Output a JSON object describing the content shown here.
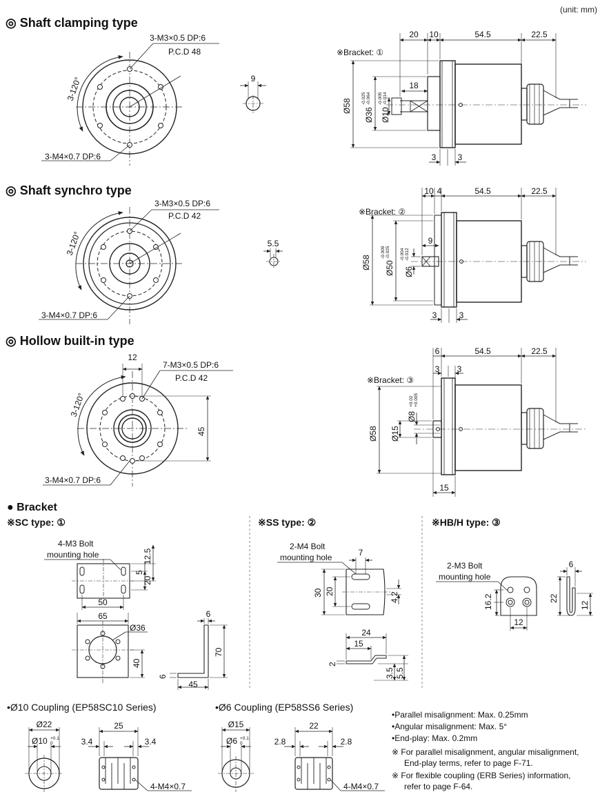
{
  "unit_note": "(unit: mm)",
  "sections": {
    "shaft_clamping": {
      "title": "◎ Shaft clamping type",
      "front_labels": {
        "top_line1": "3-M3×0.5 DP:6",
        "top_line2": "P.C.D 48",
        "angle": "3-120°",
        "bottom": "3-M4×0.7 DP:6"
      },
      "shaft_dim": "9",
      "side": {
        "bracket": "※Bracket: ①",
        "top_dims": [
          "20",
          "10",
          "54.5",
          "22.5"
        ],
        "shaft_len": "18",
        "dia_outer": "Ø58",
        "dia_pilot": "Ø36",
        "dia_pilot_tol": [
          "-0.025",
          "-0.064"
        ],
        "dia_shaft": "Ø10",
        "dia_shaft_tol": [
          "-0.005",
          "-0.014"
        ],
        "bottom_dims": [
          "3",
          "3"
        ]
      }
    },
    "shaft_synchro": {
      "title": "◎ Shaft synchro type",
      "front_labels": {
        "top_line1": "3-M3×0.5 DP:6",
        "top_line2": "P.C.D 42",
        "angle": "3-120°",
        "bottom": "3-M4×0.7 DP:6"
      },
      "shaft_dim": "5.5",
      "side": {
        "bracket": "※Bracket: ②",
        "top_dims": [
          "10",
          "4",
          "54.5",
          "22.5"
        ],
        "shaft_len": "9",
        "dia_outer": "Ø58",
        "dia_pilot": "Ø50",
        "dia_pilot_tol": [
          "-0.009",
          "-0.025"
        ],
        "dia_shaft": "Ø6",
        "dia_shaft_tol": [
          "-0.004",
          "-0.012"
        ],
        "bottom_dims": [
          "3",
          "3"
        ]
      }
    },
    "hollow": {
      "title": "◎ Hollow built-in type",
      "front_labels": {
        "top_line1": "7-M3×0.5 DP:6",
        "top_line2": "P.C.D 42",
        "angle": "3-120°",
        "bottom": "3-M4×0.7 DP:6",
        "width": "12",
        "height": "45"
      },
      "side": {
        "bracket": "※Bracket: ③",
        "top_dims": [
          "6",
          "54.5",
          "22.5"
        ],
        "sub_dims": [
          "3",
          "3"
        ],
        "dia_outer": "Ø58",
        "dia_bore": "Ø8",
        "dia_bore_tol": [
          "+0.02",
          "+0.005"
        ],
        "dia_boss": "Ø15",
        "bottom_dim": "15"
      }
    }
  },
  "bracket": {
    "heading": "● Bracket",
    "sc": {
      "title": "※SC type: ①",
      "bolt_line1": "4-M3 Bolt",
      "bolt_line2": "mounting hole",
      "dims": {
        "h1": "12.5",
        "h2": "5",
        "h3": "20",
        "w1": "50",
        "w2": "65",
        "dia": "Ø36",
        "h4": "40",
        "t": "6",
        "h5": "70",
        "w3": "45",
        "t2": "6"
      }
    },
    "ss": {
      "title": "※SS type: ②",
      "bolt_line1": "2-M4 Bolt",
      "bolt_line2": "mounting hole",
      "dims": {
        "w1": "7",
        "h1": "30",
        "h2": "20",
        "h3": "4.2",
        "w2": "24",
        "w3": "15",
        "t": "2",
        "h4": "3.5",
        "h5": "5.5"
      }
    },
    "hb": {
      "title": "※HB/H type: ③",
      "bolt_line1": "2-M3 Bolt",
      "bolt_line2": "mounting hole",
      "dims": {
        "h1": "16.2",
        "w1": "12",
        "w2": "6",
        "h2": "22",
        "h3": "12"
      }
    }
  },
  "couplings": {
    "c10": {
      "title": "•Ø10 Coupling (EP58SC10 Series)",
      "dia_outer": "Ø22",
      "dia_bore": "Ø10",
      "bore_tol": [
        "+0.1",
        "0"
      ],
      "length": "25",
      "end_left": "3.4",
      "end_right": "3.4",
      "screw": "4-M4×0.7"
    },
    "c6": {
      "title": "•Ø6 Coupling (EP58SS6 Series)",
      "dia_outer": "Ø15",
      "dia_bore": "Ø6",
      "bore_tol": [
        "+0.1",
        "0"
      ],
      "length": "22",
      "end_left": "2.8",
      "end_right": "2.8",
      "screw": "4-M4×0.7"
    }
  },
  "notes": [
    "•Parallel misalignment: Max. 0.25mm",
    "•Angular misalignment: Max. 5°",
    "•End-play: Max. 0.2mm",
    "※ For parallel misalignment, angular misalignment,",
    "End-play terms, refer to page F-71.",
    "※ For flexible coupling (ERB Series) information,",
    "refer to page F-64."
  ]
}
